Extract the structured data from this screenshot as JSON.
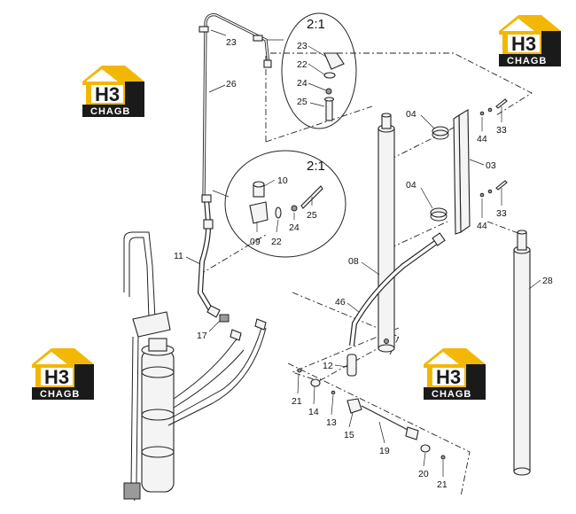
{
  "scale_labels": [
    "2:1",
    "2:1"
  ],
  "callouts": [
    {
      "id": "c23a",
      "text": "23"
    },
    {
      "id": "c26",
      "text": "26"
    },
    {
      "id": "c23b",
      "text": "23"
    },
    {
      "id": "c22a",
      "text": "22"
    },
    {
      "id": "c24a",
      "text": "24"
    },
    {
      "id": "c25a",
      "text": "25"
    },
    {
      "id": "c10",
      "text": "10"
    },
    {
      "id": "c09",
      "text": "09"
    },
    {
      "id": "c22b",
      "text": "22"
    },
    {
      "id": "c24b",
      "text": "24"
    },
    {
      "id": "c25b",
      "text": "25"
    },
    {
      "id": "c11",
      "text": "11"
    },
    {
      "id": "c17",
      "text": "17"
    },
    {
      "id": "c04a",
      "text": "04"
    },
    {
      "id": "c44a",
      "text": "44"
    },
    {
      "id": "c33a",
      "text": "33"
    },
    {
      "id": "c03",
      "text": "03"
    },
    {
      "id": "c04b",
      "text": "04"
    },
    {
      "id": "c44b",
      "text": "44"
    },
    {
      "id": "c33b",
      "text": "33"
    },
    {
      "id": "c08",
      "text": "08"
    },
    {
      "id": "c28",
      "text": "28"
    },
    {
      "id": "c46",
      "text": "46"
    },
    {
      "id": "c12",
      "text": "12"
    },
    {
      "id": "c21a",
      "text": "21"
    },
    {
      "id": "c14",
      "text": "14"
    },
    {
      "id": "c13",
      "text": "13"
    },
    {
      "id": "c15",
      "text": "15"
    },
    {
      "id": "c19",
      "text": "19"
    },
    {
      "id": "c20",
      "text": "20"
    },
    {
      "id": "c21b",
      "text": "21"
    }
  ],
  "watermark": {
    "letters": "H3",
    "brand": "CHAGB",
    "accent_color": "#f2b705",
    "box_color": "#1a1a1a"
  }
}
